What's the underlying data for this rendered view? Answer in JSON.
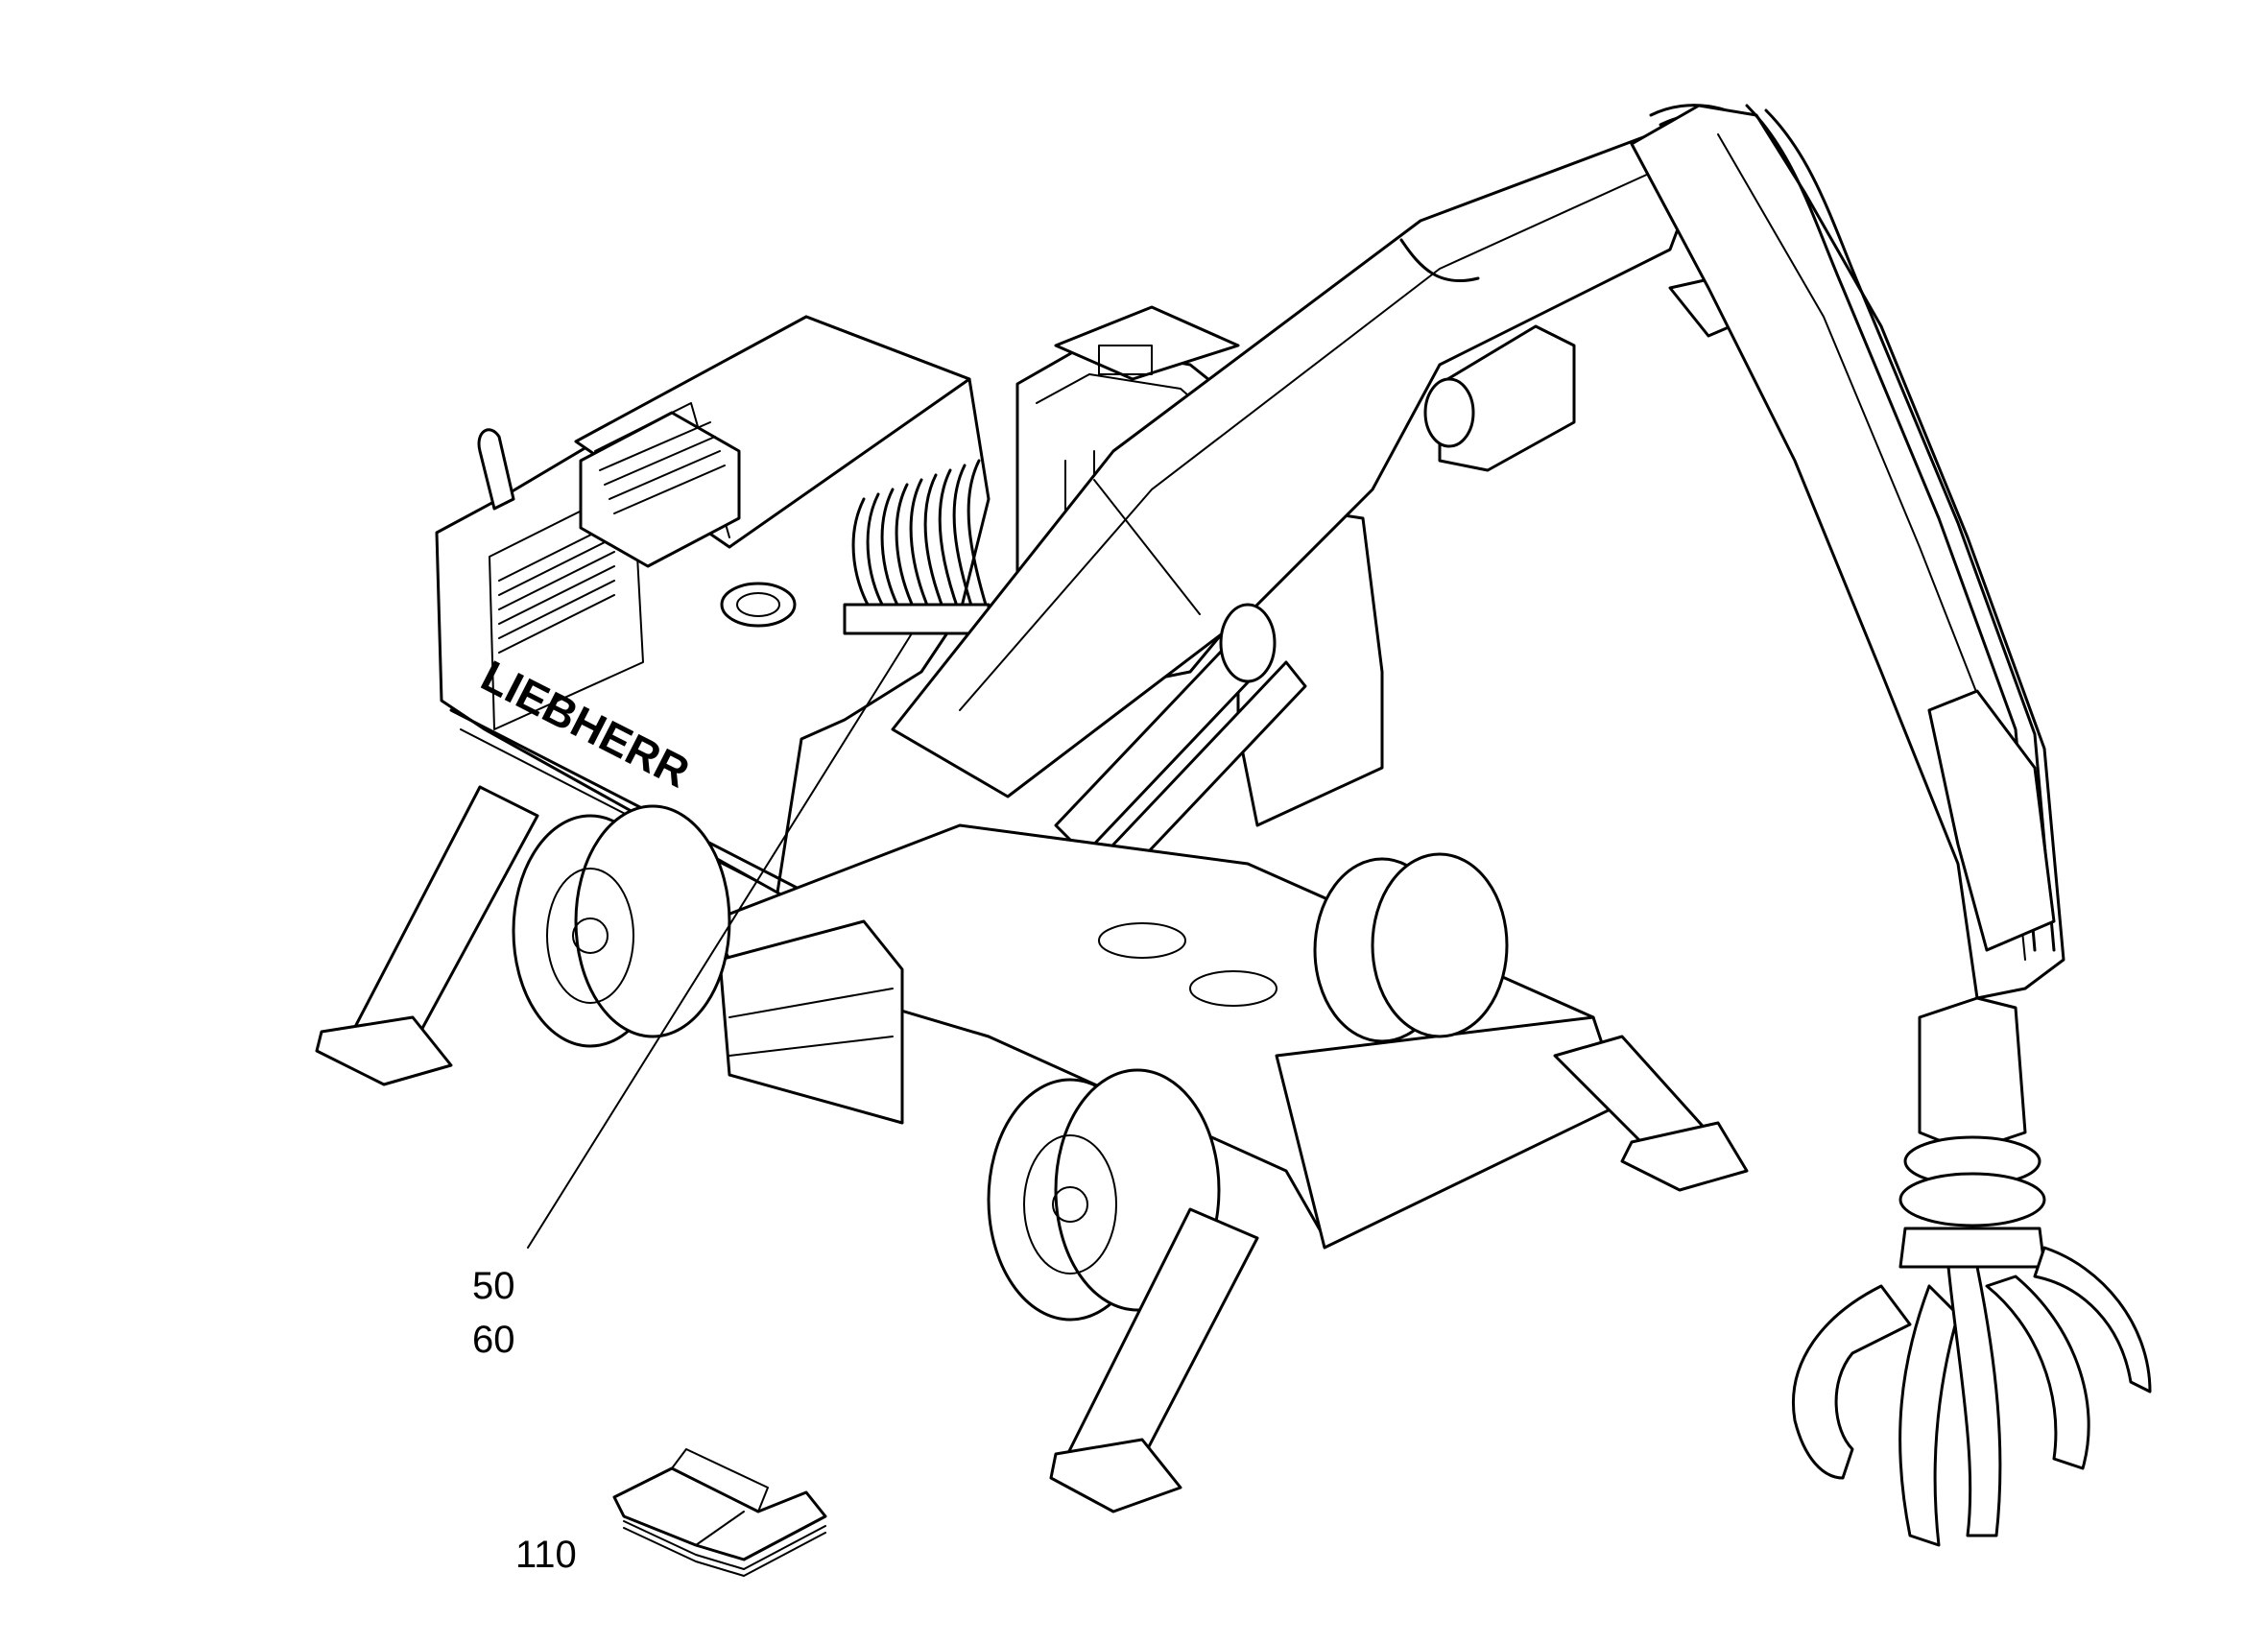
{
  "brand_logo_text": "LIEBHERR",
  "callouts": {
    "c1": "50",
    "c2": "60",
    "c3": "110"
  },
  "colors": {
    "line": "#000000",
    "background": "#ffffff"
  }
}
